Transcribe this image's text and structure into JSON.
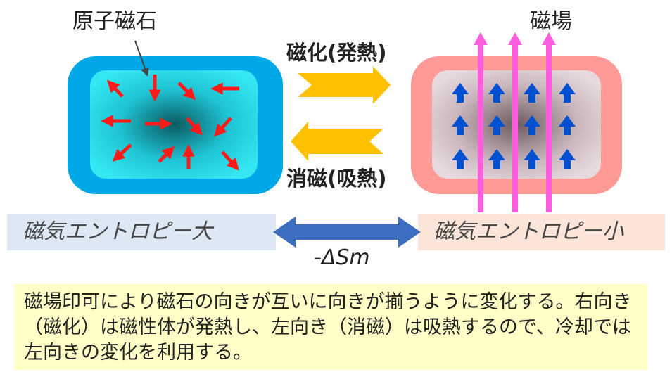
{
  "labels": {
    "atomic_magnet": "原子磁石",
    "magnetic_field": "磁場",
    "magnetization": "磁化(発熱)",
    "demagnetization": "消磁(吸熱)",
    "entropy_large": "磁気エントロピー大",
    "entropy_small": "磁気エントロピー小",
    "delta_s": "-ΔSm"
  },
  "note": {
    "text": "磁場印可により磁石の向きが互いに向きが揃うように変化する。右向き（磁化）は磁性体が発熱し、左向き（消磁）は吸熱するので、冷却では左向きの変化を利用する。"
  },
  "colors": {
    "left_outer": "#00a8e8",
    "left_inner": "#33e6f0",
    "right_outer": "#ff9a96",
    "right_inner": "#d9c8d0",
    "field_arrow": "#ff5ce0",
    "spin_left": "#ff1a1a",
    "spin_right": "#0050d0",
    "process_arrow": "#ffc000",
    "delta_arrow": "#3d6fc0",
    "entropy_left_bg": "#dde8f4",
    "entropy_right_bg": "#fbe5d8",
    "note_bg": "#ffffc8"
  }
}
